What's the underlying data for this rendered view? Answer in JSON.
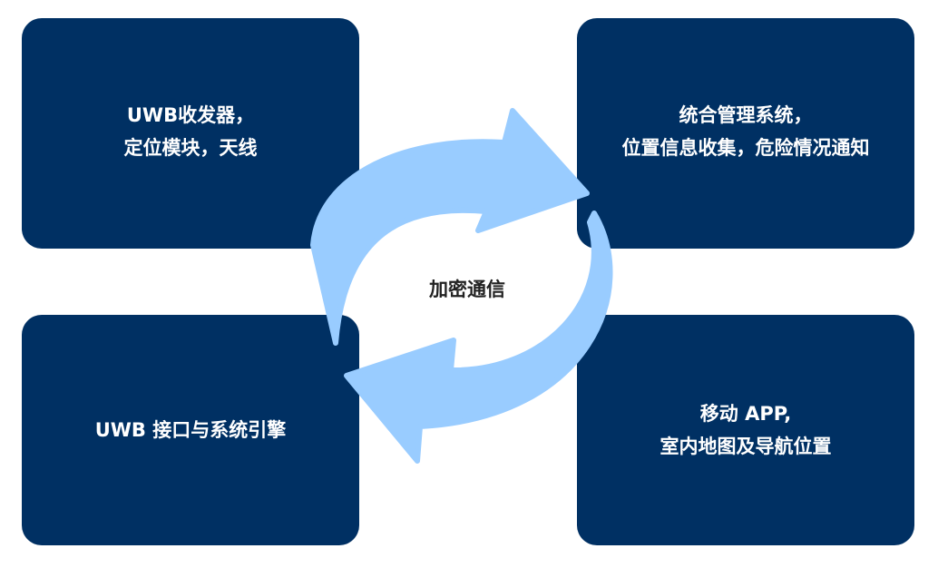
{
  "center": {
    "label": "加密通信"
  },
  "cards": {
    "top_left": {
      "lines": [
        "UWB收发器，",
        "定位模块，天线"
      ]
    },
    "top_right": {
      "lines": [
        "统合管理系统，",
        "位置信息收集，危险情况通知"
      ]
    },
    "bottom_left": {
      "lines": [
        "UWB 接口与系统引擎"
      ]
    },
    "bottom_right": {
      "lines": [
        "移动 APP,",
        "室内地图及导航位置"
      ]
    }
  },
  "colors": {
    "card_bg": "#003063",
    "card_text": "#ffffff",
    "arrow": "#99ccff",
    "center_text": "#222222"
  },
  "icons": [
    "cycle-arrows-icon"
  ]
}
